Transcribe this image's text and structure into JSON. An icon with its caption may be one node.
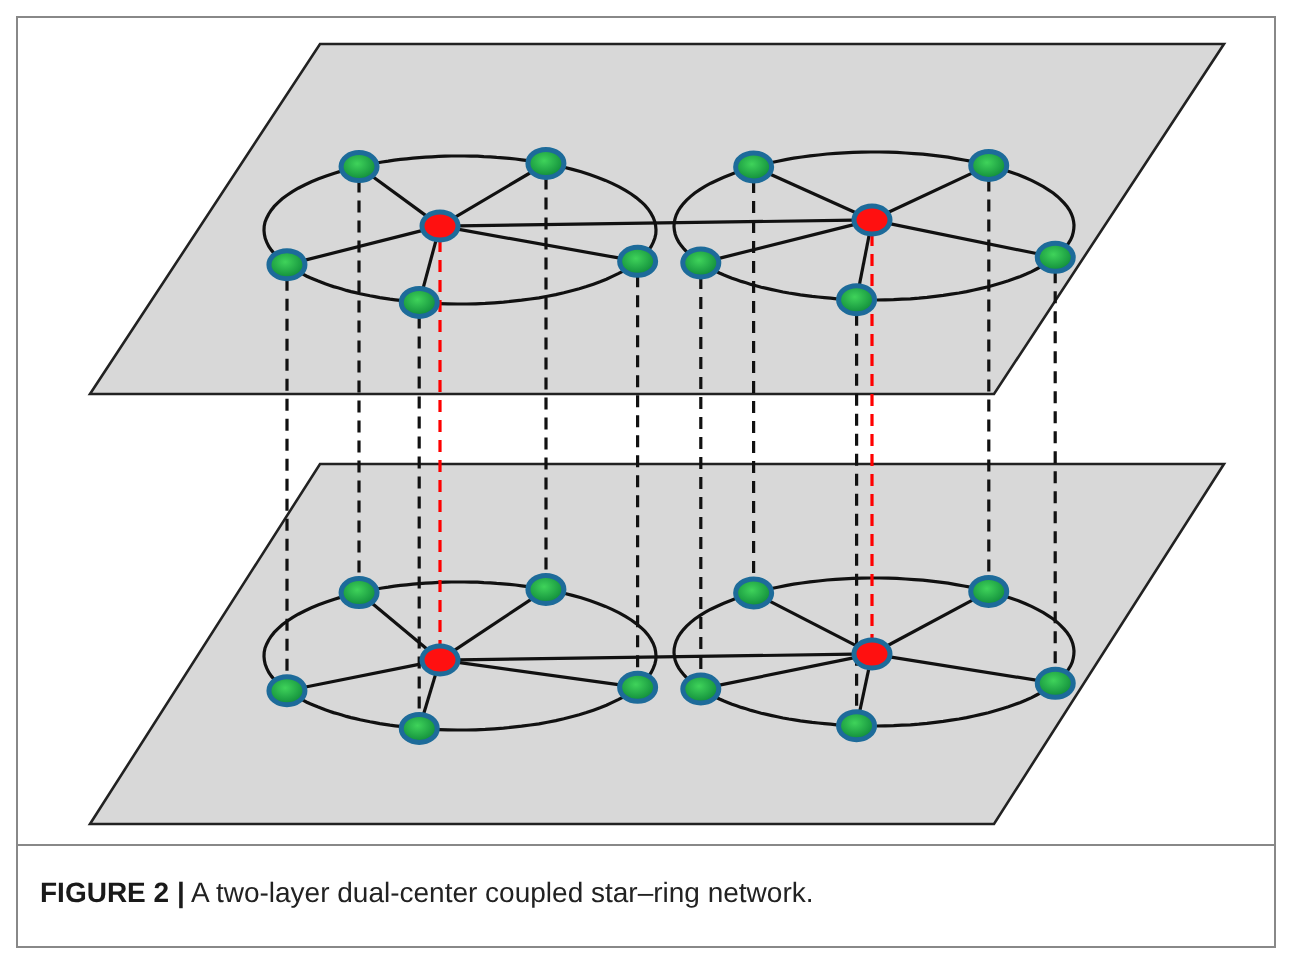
{
  "diagram": {
    "caption": "**FIGURE 2 |** A two-layer dual-center coupled star–ring network.",
    "nodes": [
      {
        "text": [],
        "shape": "circle"
      },
      {
        "text": [],
        "shape": "circle"
      },
      {
        "text": [],
        "shape": "circle"
      },
      {
        "text": [],
        "shape": "circle"
      },
      {
        "text": [],
        "shape": "circle"
      },
      {
        "text": [],
        "shape": "circle"
      },
      {
        "text": [],
        "shape": "circle"
      },
      {
        "text": [],
        "shape": "circle"
      },
      {
        "text": [],
        "shape": "circle"
      },
      {
        "text": [],
        "shape": "circle"
      },
      {
        "text": [],
        "shape": "circle"
      },
      {
        "text": [],
        "shape": "circle"
      },
      {
        "text": [],
        "shape": "circle"
      },
      {
        "text": [],
        "shape": "circle"
      },
      {
        "text": [],
        "shape": "circle"
      },
      {
        "text": [],
        "shape": "circle"
      },
      {
        "text": [],
        "shape": "circle"
      },
      {
        "text": [],
        "shape": "circle"
      },
      {
        "text": [],
        "shape": "circle"
      },
      {
        "text": [],
        "shape": "circle"
      },
      {
        "text": [],
        "shape": "circle"
      },
      {
        "text": [],
        "shape": "circle"
      },
      {
        "text": [],
        "shape": "circle"
      },
      {
        "text": [],
        "shape": "circle"
      }
    ],
    "edges": [
      {
        "from": 0,
        "to": 1,
        "arrow": "none"
      },
      {
        "from": 0,
        "to": 2,
        "arrow": "none"
      },
      {
        "from": 0,
        "to": 3,
        "arrow": "none"
      },
      {
        "from": 0,
        "to": 4,
        "arrow": "none"
      },
      {
        "from": 0,
        "to": 5,
        "arrow": "none"
      },
      {
        "from": 1,
        "to": 2,
        "arrow": "none"
      },
      {
        "from": 2,
        "to": 3,
        "arrow": "none"
      },
      {
        "from": 3,
        "to": 4,
        "arrow": "none"
      },
      {
        "from": 4,
        "to": 5,
        "arrow": "none"
      },
      {
        "from": 5,
        "to": 1,
        "arrow": "none"
      },
      {
        "from": 6,
        "to": 7,
        "arrow": "none"
      },
      {
        "from": 6,
        "to": 8,
        "arrow": "none"
      },
      {
        "from": 6,
        "to": 9,
        "arrow": "none"
      },
      {
        "from": 6,
        "to": 10,
        "arrow": "none"
      },
      {
        "from": 6,
        "to": 11,
        "arrow": "none"
      },
      {
        "from": 7,
        "to": 8,
        "arrow": "none"
      },
      {
        "from": 8,
        "to": 9,
        "arrow": "none"
      },
      {
        "from": 9,
        "to": 10,
        "arrow": "none"
      },
      {
        "from": 10,
        "to": 11,
        "arrow": "none"
      },
      {
        "from": 11,
        "to": 7,
        "arrow": "none"
      },
      {
        "from": 0,
        "to": 6,
        "arrow": "none"
      },
      {
        "from": 12,
        "to": 13,
        "arrow": "none"
      },
      {
        "from": 12,
        "to": 14,
        "arrow": "none"
      },
      {
        "from": 12,
        "to": 15,
        "arrow": "none"
      },
      {
        "from": 12,
        "to": 16,
        "arrow": "none"
      },
      {
        "from": 12,
        "to": 17,
        "arrow": "none"
      },
      {
        "from": 13,
        "to": 14,
        "arrow": "none"
      },
      {
        "from": 14,
        "to": 15,
        "arrow": "none"
      },
      {
        "from": 15,
        "to": 16,
        "arrow": "none"
      },
      {
        "from": 16,
        "to": 17,
        "arrow": "none"
      },
      {
        "from": 17,
        "to": 13,
        "arrow": "none"
      },
      {
        "from": 18,
        "to": 19,
        "arrow": "none"
      },
      {
        "from": 18,
        "to": 20,
        "arrow": "none"
      },
      {
        "from": 18,
        "to": 21,
        "arrow": "none"
      },
      {
        "from": 18,
        "to": 22,
        "arrow": "none"
      },
      {
        "from": 18,
        "to": 23,
        "arrow": "none"
      },
      {
        "from": 19,
        "to": 20,
        "arrow": "none"
      },
      {
        "from": 20,
        "to": 21,
        "arrow": "none"
      },
      {
        "from": 21,
        "to": 22,
        "arrow": "none"
      },
      {
        "from": 22,
        "to": 23,
        "arrow": "none"
      },
      {
        "from": 23,
        "to": 19,
        "arrow": "none"
      },
      {
        "from": 12,
        "to": 18,
        "arrow": "none"
      },
      {
        "from": 0,
        "to": 12,
        "arrow": "none",
        "style": "dashed",
        "color": "#ff0000"
      },
      {
        "from": 1,
        "to": 13,
        "arrow": "none",
        "style": "dashed"
      },
      {
        "from": 2,
        "to": 14,
        "arrow": "none",
        "style": "dashed"
      },
      {
        "from": 3,
        "to": 15,
        "arrow": "none",
        "style": "dashed"
      },
      {
        "from": 4,
        "to": 16,
        "arrow": "none",
        "style": "dashed"
      },
      {
        "from": 5,
        "to": 17,
        "arrow": "none",
        "style": "dashed"
      },
      {
        "from": 6,
        "to": 18,
        "arrow": "none",
        "style": "dashed",
        "color": "#ff0000"
      },
      {
        "from": 7,
        "to": 19,
        "arrow": "none",
        "style": "dashed"
      },
      {
        "from": 8,
        "to": 20,
        "arrow": "none",
        "style": "dashed"
      },
      {
        "from": 9,
        "to": 21,
        "arrow": "none",
        "style": "dashed"
      },
      {
        "from": 10,
        "to": 22,
        "arrow": "none",
        "style": "dashed"
      },
      {
        "from": 11,
        "to": 23,
        "arrow": "none",
        "style": "dashed"
      }
    ]
  }
}
